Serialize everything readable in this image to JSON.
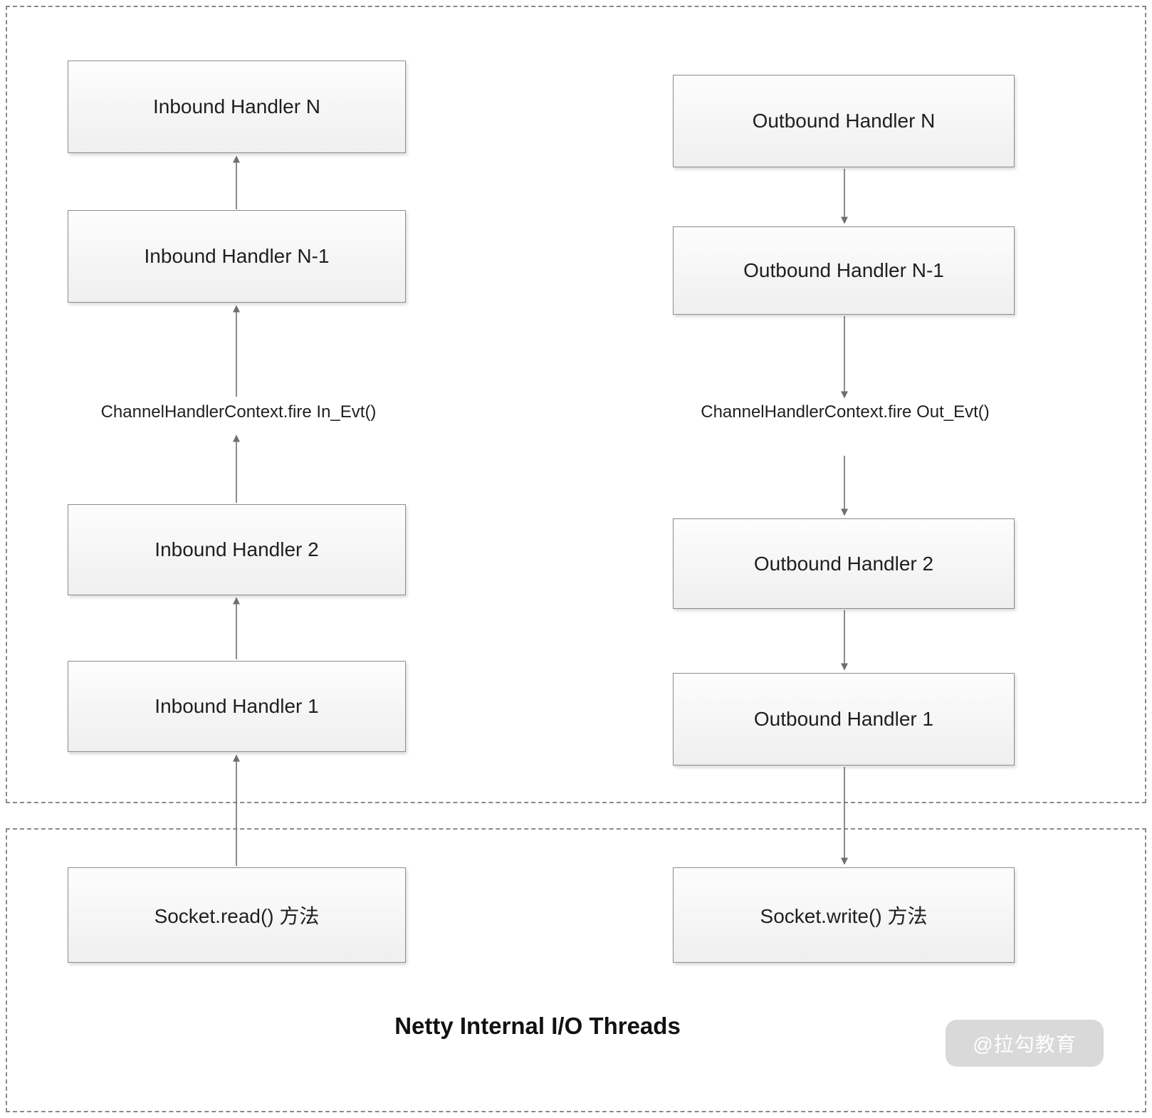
{
  "diagram": {
    "title": "Netty Internal I/O Threads",
    "watermark": "@拉勾教育"
  },
  "inbound": {
    "fire_label": "ChannelHandlerContext.fire In_Evt()",
    "boxes": [
      "Inbound Handler N",
      "Inbound Handler N-1",
      "Inbound Handler 2",
      "Inbound Handler 1",
      "Socket.read() 方法"
    ]
  },
  "outbound": {
    "fire_label": "ChannelHandlerContext.fire Out_Evt()",
    "boxes": [
      "Outbound Handler N",
      "Outbound Handler N-1",
      "Outbound Handler 2",
      "Outbound Handler 1",
      "Socket.write() 方法"
    ]
  }
}
